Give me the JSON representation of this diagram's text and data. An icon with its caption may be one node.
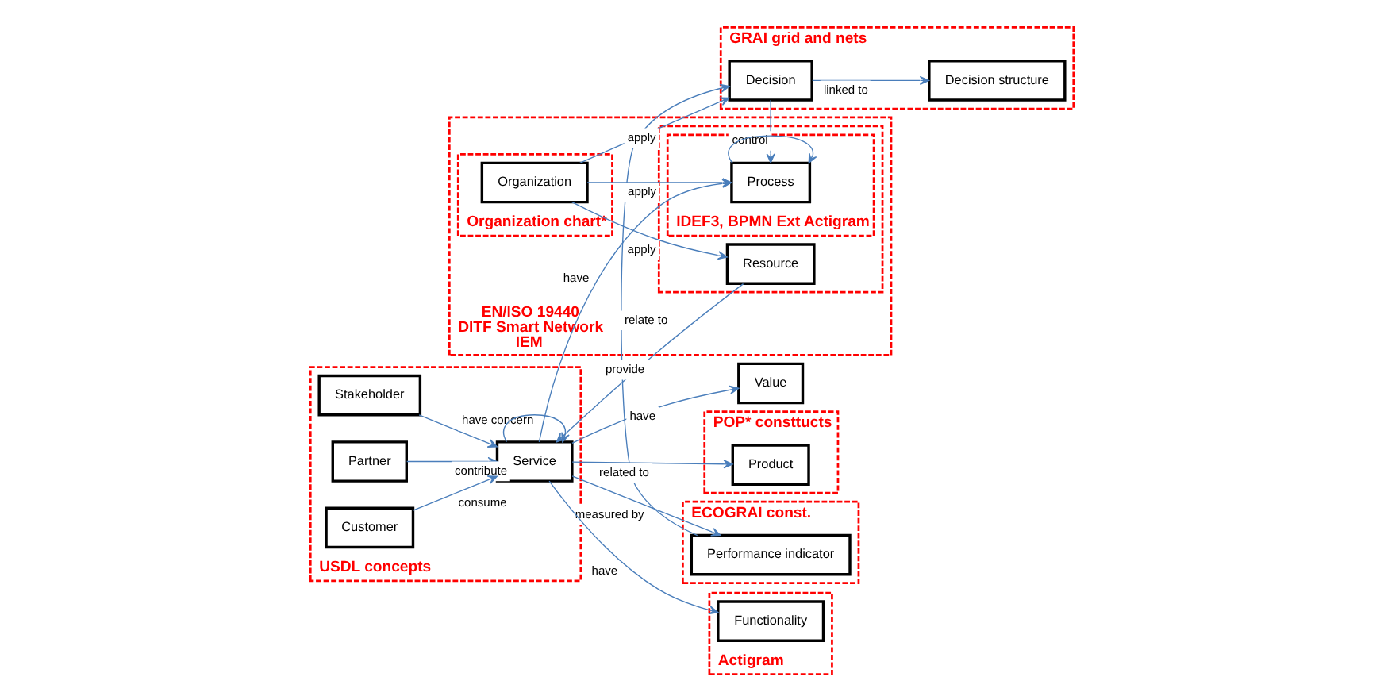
{
  "diagram": {
    "nodes": [
      {
        "text": [
          "Value"
        ]
      },
      {
        "text": [
          "POP* consttucts"
        ]
      },
      {
        "text": [
          "Product"
        ],
        "in": 1
      },
      {
        "text": [
          "ECOGRAI const."
        ]
      },
      {
        "text": [
          "Performance indicator"
        ],
        "in": 3
      },
      {
        "text": [
          "GRAI grid and nets"
        ]
      },
      {
        "text": [
          "Decision"
        ],
        "in": 5
      },
      {
        "text": [
          "Decision structure"
        ],
        "in": 5
      },
      {
        "text": [
          "USDL concepts"
        ]
      },
      {
        "text": [
          "Stakeholder"
        ],
        "in": 8
      },
      {
        "text": [
          "Service"
        ],
        "in": 8
      },
      {
        "text": [
          "Partner"
        ],
        "in": 8
      },
      {
        "text": [
          "Customer"
        ],
        "in": 8
      },
      {
        "text": [
          "Actigram"
        ]
      },
      {
        "text": [
          "Functionality"
        ],
        "in": 13
      },
      {
        "text": [
          "EN/ISO 19440",
          "DITF Smart Network",
          "IEM"
        ]
      },
      {
        "text": [],
        "shape": "box",
        "in": 15
      },
      {
        "text": [
          "IDEF3, BPMN Ext Actigram"
        ],
        "in": 16
      },
      {
        "text": [
          "Process"
        ],
        "in": 17
      },
      {
        "text": [
          "Resource"
        ],
        "in": 16
      },
      {
        "text": [
          "Organization chart*"
        ],
        "in": 15
      },
      {
        "text": [
          "Organization"
        ],
        "in": 20
      }
    ],
    "edges": [
      {
        "from": 10,
        "to": 0,
        "arrow": "to",
        "label": "have"
      },
      {
        "from": 10,
        "to": 2,
        "arrow": "to",
        "label": "related to"
      },
      {
        "from": 10,
        "to": 4,
        "arrow": "to",
        "label": "measured by"
      },
      {
        "from": 4,
        "to": 6,
        "arrow": "to",
        "label": "relate to"
      },
      {
        "from": 6,
        "to": 7,
        "arrow": "to",
        "label": "linked to"
      },
      {
        "from": 6,
        "to": 18,
        "arrow": "to",
        "label": "control"
      },
      {
        "from": 21,
        "to": 6,
        "arrow": "to",
        "label": "apply"
      },
      {
        "from": 9,
        "to": 10,
        "arrow": "to",
        "label": "have concern"
      },
      {
        "from": 11,
        "to": 10,
        "arrow": "to",
        "label": "contribute"
      },
      {
        "from": 10,
        "to": 10,
        "arrow": "to"
      },
      {
        "from": 10,
        "to": 18,
        "arrow": "to",
        "label": "have"
      },
      {
        "from": 10,
        "to": 14,
        "arrow": "to",
        "label": "have"
      },
      {
        "from": 12,
        "to": 10,
        "arrow": "to",
        "label": "consume"
      },
      {
        "from": 19,
        "to": 10,
        "arrow": "to",
        "label": "provide"
      },
      {
        "from": 18,
        "to": 18,
        "arrow": "to"
      },
      {
        "from": 21,
        "to": 18,
        "arrow": "to",
        "label": "apply"
      },
      {
        "from": 21,
        "to": 19,
        "arrow": "to",
        "label": "apply"
      }
    ]
  }
}
